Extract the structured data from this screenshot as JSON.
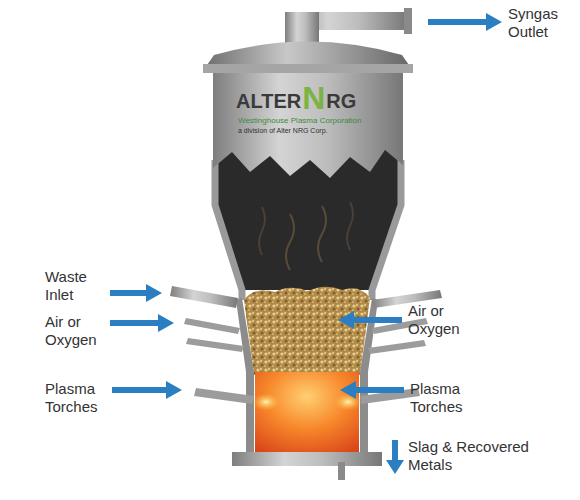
{
  "diagram": {
    "labels": [
      "Syngas Outlet",
      "ALTER",
      "N",
      "RG",
      "Westinghouse Plasma Corporation",
      "a division of Alter NRG Corp.",
      "Waste Inlet",
      "Air or Oxygen",
      "Air or Oxygen",
      "Plasma Torches",
      "Plasma Torches",
      "Slag & Recovered Metals"
    ]
  }
}
